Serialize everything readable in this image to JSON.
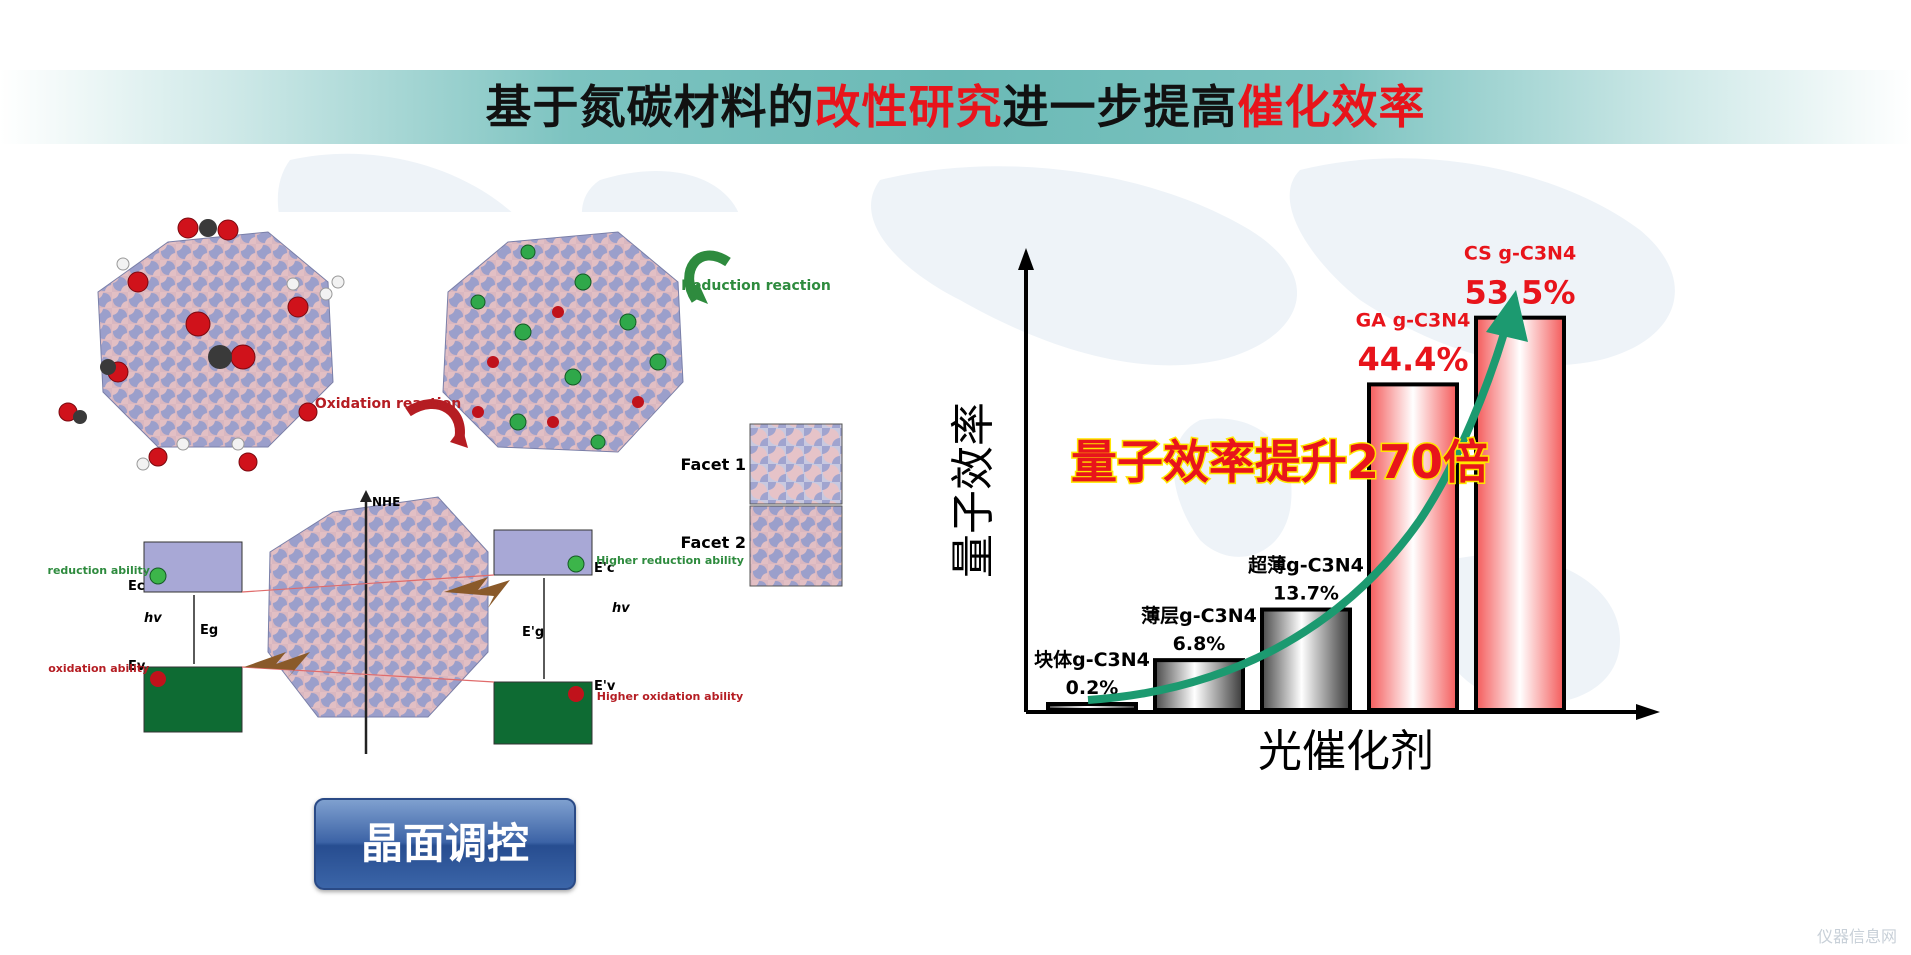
{
  "title": {
    "part1": "基于氮碳材料的",
    "part2": "改性研究",
    "part3": "进一步提高",
    "part4": "催化效率"
  },
  "schematic": {
    "reduction_label": "Reduction reaction",
    "oxidation_label": "Oxidation reaction",
    "facet1_label": "Facet 1",
    "facet2_label": "Facet 2",
    "nhe_label": "NHE",
    "lower_reduction": "Lower reduction ability",
    "lower_oxidation": "Lower oxidation ability",
    "higher_reduction": "Higher reduction ability",
    "higher_oxidation": "Higher oxidation ability",
    "hv_label": "hv",
    "ec_label": "Ec",
    "ev_label": "Ev",
    "eg_label": "Eg",
    "ec2_label": "E'c",
    "ev2_label": "E'v",
    "eg2_label": "E'g"
  },
  "button": {
    "label": "晶面调控"
  },
  "chart_data": {
    "type": "bar",
    "ylabel": "量子效率",
    "xlabel": "光催化剂",
    "categories": [
      "块体g-C3N4",
      "薄层g-C3N4",
      "超薄g-C3N4",
      "GA g-C3N4",
      "CS g-C3N4"
    ],
    "values": [
      0.2,
      6.8,
      13.7,
      44.4,
      53.5
    ],
    "value_labels": [
      "0.2%",
      "6.8%",
      "13.7%",
      "44.4%",
      "53.5%"
    ],
    "bar_styles": [
      "gray",
      "gray",
      "gray",
      "red",
      "red"
    ],
    "ylim": [
      0,
      60
    ],
    "annotation": "量子效率提升270倍",
    "colors": {
      "gray_bar": "#9a9a9a",
      "red_bar": "#ff8a8a",
      "arrow": "#1c9a70",
      "highlight_text": "#e8141b",
      "annotation_glow": "#ffe600"
    }
  },
  "watermark": "仪器信息网"
}
